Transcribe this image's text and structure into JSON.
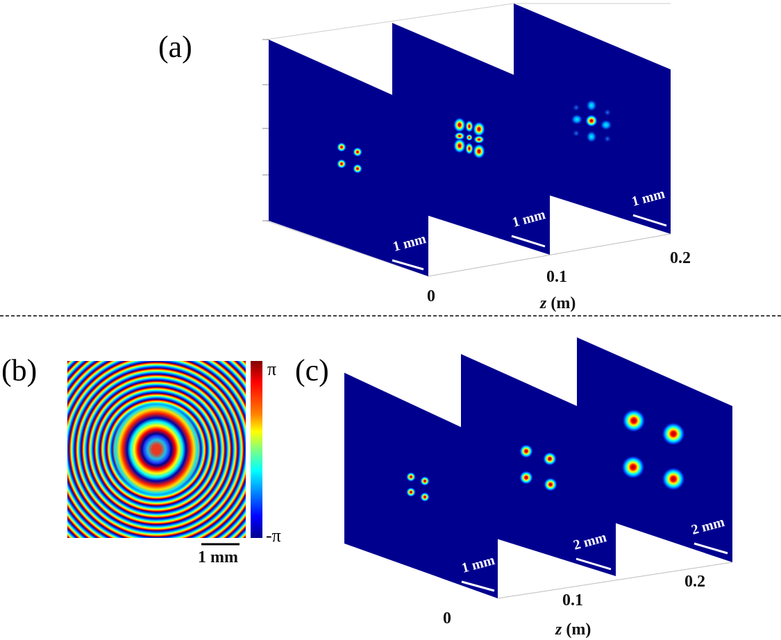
{
  "panels": {
    "a": {
      "label": "(a)",
      "ticks": [
        "0",
        "0.1",
        "0.2"
      ],
      "axis_label_var": "z",
      "axis_label_unit": " (m)",
      "scale_bars": [
        "1 mm",
        "1 mm",
        "1 mm"
      ]
    },
    "b": {
      "label": "(b)",
      "colorbar_max": "π",
      "colorbar_min": "-π",
      "scale_bar": "1 mm"
    },
    "c": {
      "label": "(c)",
      "ticks": [
        "0",
        "0.1",
        "0.2"
      ],
      "axis_label_var": "z",
      "axis_label_unit": " (m)",
      "scale_bars": [
        "1 mm",
        "2 mm",
        "2 mm"
      ]
    }
  },
  "colors": {
    "slice_background": "#00008f",
    "divider": "#000000",
    "colormap": "jet"
  }
}
